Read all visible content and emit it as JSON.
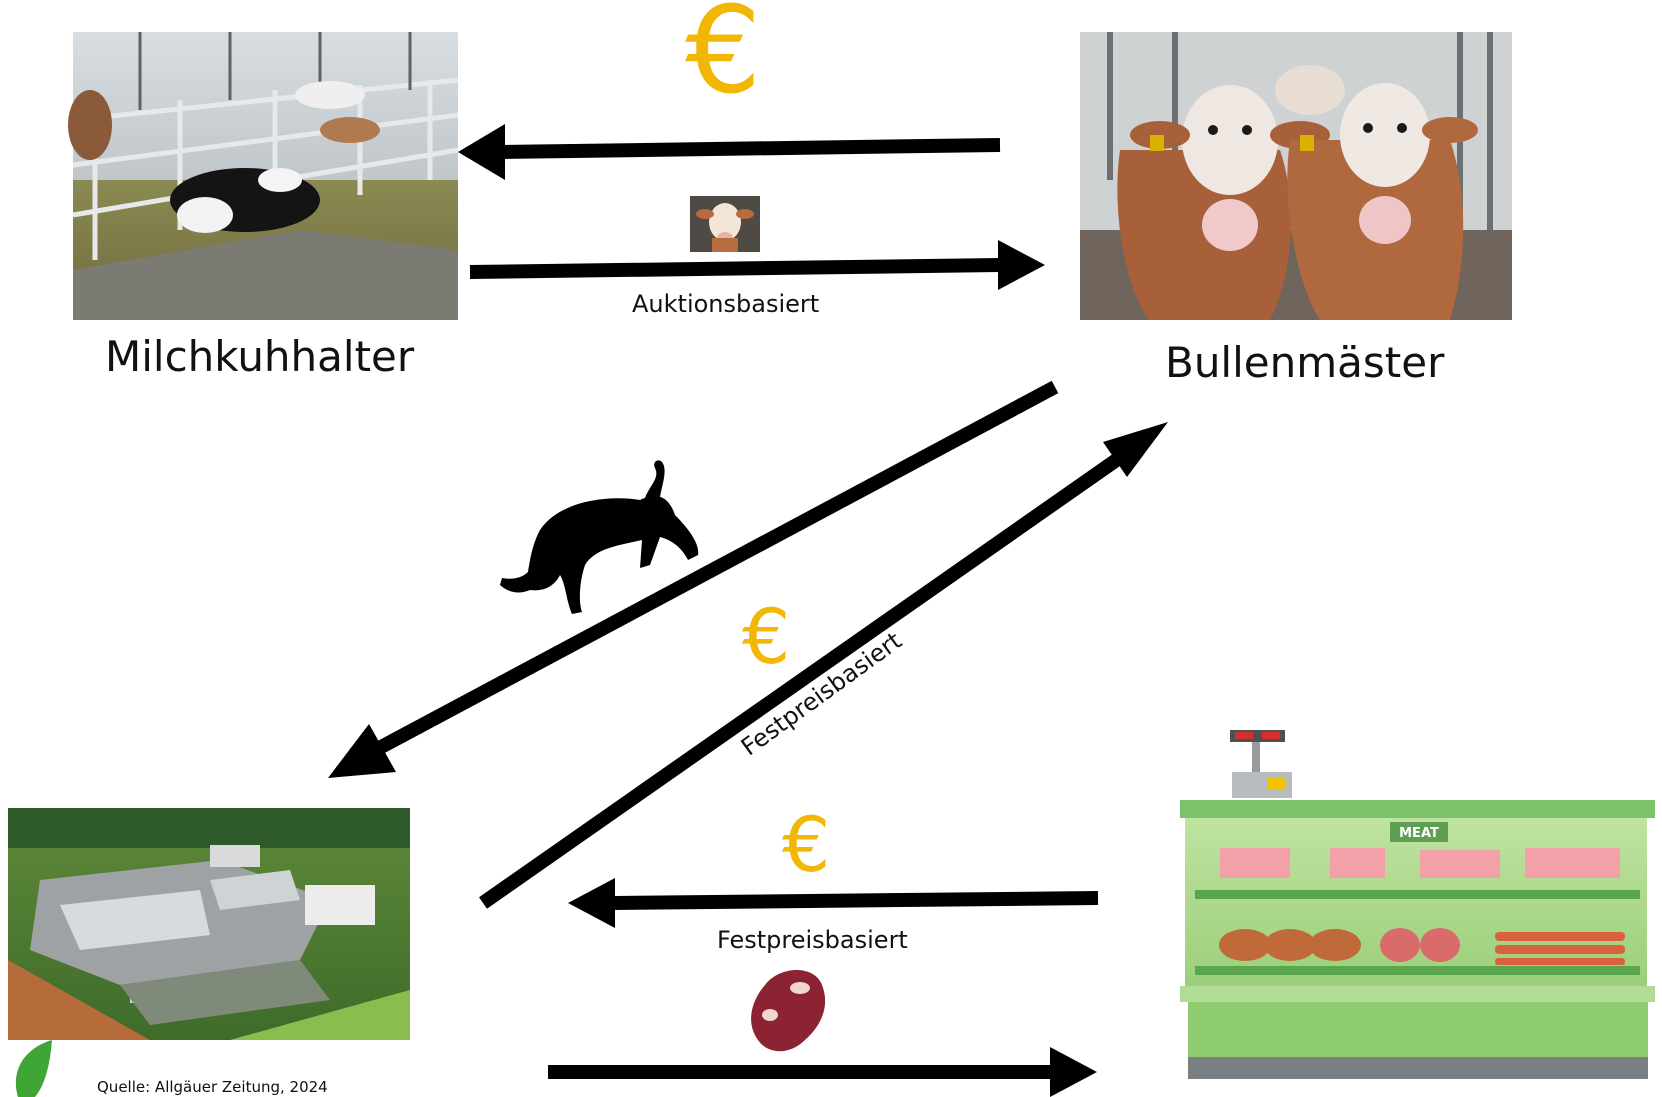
{
  "nodes": {
    "dairy_farmer": {
      "label": "Milchkuhhalter"
    },
    "bull_fattener": {
      "label": "Bullenmäster"
    }
  },
  "flows": {
    "auction_label": "Auktionsbasiert",
    "fixed_price_diagonal_label": "Festpreisbasiert",
    "fixed_price_bottom_label": "Festpreisbasiert"
  },
  "symbols": {
    "euro_top": "€",
    "euro_middle": "€",
    "euro_bottom": "€"
  },
  "meat_counter": {
    "sign": "MEAT"
  },
  "footer": {
    "source": "Quelle: Allgäuer Zeitung, 2024"
  },
  "colors": {
    "euro": "#f2b705",
    "arrow": "#000000",
    "logo": "#3fa535"
  }
}
